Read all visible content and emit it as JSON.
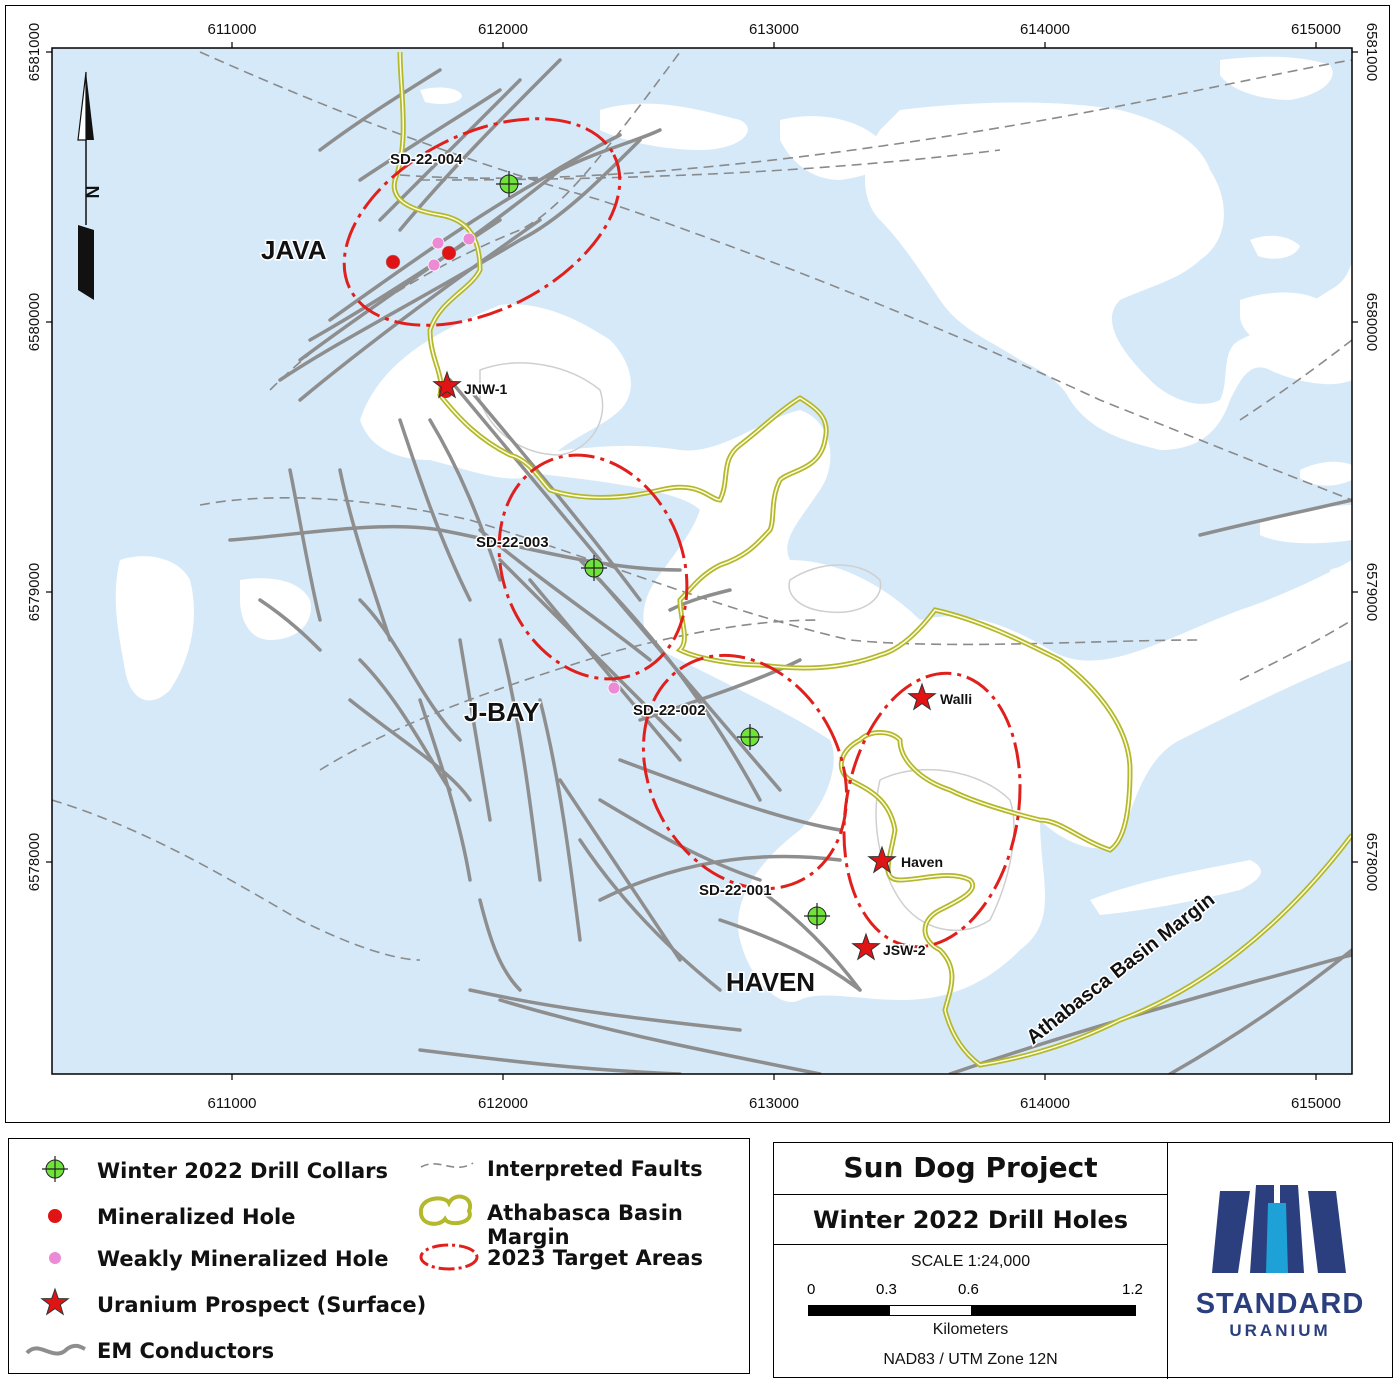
{
  "map": {
    "x_ticks": [
      "611000",
      "612000",
      "613000",
      "614000",
      "615000"
    ],
    "y_ticks": [
      "6581000",
      "6580000",
      "6579000",
      "6578000"
    ],
    "north_label": "N",
    "area_labels": {
      "java": "JAVA",
      "jbay": "J-BAY",
      "haven": "HAVEN"
    },
    "margin_label": "Athabasca Basin Margin",
    "drill_holes": [
      {
        "id": "SD-22-004",
        "label": "SD-22-004"
      },
      {
        "id": "SD-22-003",
        "label": "SD-22-003"
      },
      {
        "id": "SD-22-002",
        "label": "SD-22-002"
      },
      {
        "id": "SD-22-001",
        "label": "SD-22-001"
      }
    ],
    "prospects": [
      {
        "label": "JNW-1"
      },
      {
        "label": "Walli"
      },
      {
        "label": "Haven"
      },
      {
        "label": "JSW-2"
      }
    ],
    "colors": {
      "water": "#d6e9f9",
      "land": "#ffffff",
      "basin_margin": "#b3b82c",
      "target": "#e0201c",
      "conductor": "#8c8c8c",
      "collar": "#6fe33a",
      "mineralized": "#e01414",
      "weak": "#ec8ad6"
    }
  },
  "legend": {
    "items": [
      {
        "label": "Winter 2022 Drill Collars",
        "icon": "green-crosshair-icon"
      },
      {
        "label": "Mineralized Hole",
        "icon": "red-dot-icon"
      },
      {
        "label": "Weakly Mineralized Hole",
        "icon": "pink-dot-icon"
      },
      {
        "label": "Uranium Prospect (Surface)",
        "icon": "red-star-icon"
      },
      {
        "label": "EM Conductors",
        "icon": "grey-line-icon"
      },
      {
        "label": "Interpreted Faults",
        "icon": "dashed-line-icon"
      },
      {
        "label": "Athabasca Basin Margin",
        "icon": "yellow-outline-icon"
      },
      {
        "label": "2023 Target Areas",
        "icon": "red-dashed-ellipse-icon"
      }
    ]
  },
  "title_block": {
    "project": "Sun Dog Project",
    "subtitle": "Winter 2022 Drill Holes",
    "scale": "SCALE 1:24,000",
    "scale_ticks": [
      "0",
      "0.3",
      "0.6",
      "1.2"
    ],
    "units": "Kilometers",
    "projection": "NAD83 / UTM Zone 12N"
  },
  "logo": {
    "line1": "STANDARD",
    "line2": "URANIUM",
    "color": "#2b3f7e",
    "accent": "#1da1d6"
  }
}
